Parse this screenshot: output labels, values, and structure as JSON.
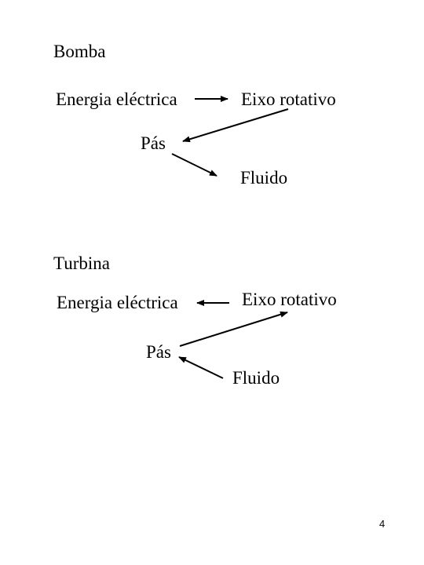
{
  "bomba": {
    "title": "Bomba",
    "energia": "Energia eléctrica",
    "eixo": "Eixo rotativo",
    "pas": "Pás",
    "fluido": "Fluido"
  },
  "turbina": {
    "title": "Turbina",
    "energia": "Energia eléctrica",
    "eixo": "Eixo rotativo",
    "pas": "Pás",
    "fluido": "Fluido"
  },
  "page_number": "4",
  "colors": {
    "text": "#000000",
    "background": "#ffffff"
  }
}
